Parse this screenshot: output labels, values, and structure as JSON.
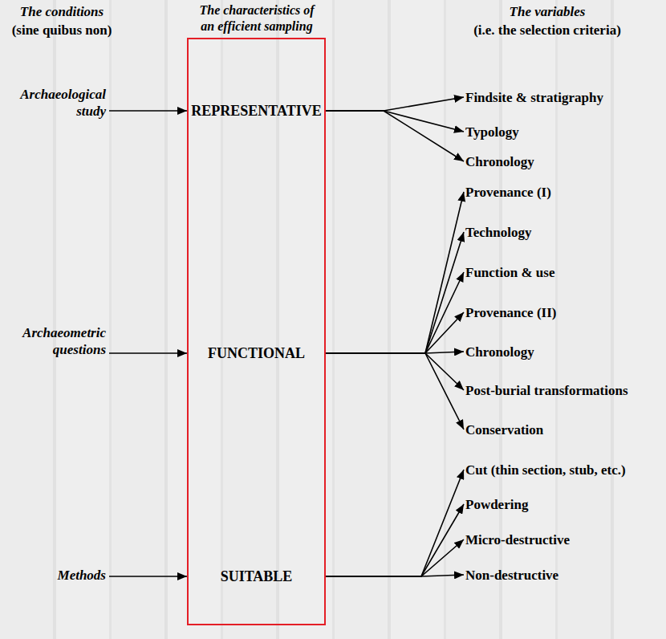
{
  "diagram": {
    "nodes": [
      {
        "text": [
          "The characteristics of an efficient sampling"
        ]
      },
      {
        "text": [
          "REPRESENTATIVE"
        ],
        "in": 0
      },
      {
        "text": [
          "FUNCTIONAL"
        ],
        "in": 0
      },
      {
        "text": [
          "SUITABLE"
        ],
        "in": 0
      },
      {
        "text": [
          "Archaeological study"
        ]
      },
      {
        "text": [
          "Archaeometric questions"
        ]
      },
      {
        "text": [
          "Methods"
        ]
      },
      {
        "text": [
          "Findsite & stratigraphy"
        ]
      },
      {
        "text": [
          "Typology"
        ]
      },
      {
        "text": [
          "Chronology"
        ]
      },
      {
        "text": [
          "Provenance (I)"
        ]
      },
      {
        "text": [
          "Technology"
        ]
      },
      {
        "text": [
          "Function & use"
        ]
      },
      {
        "text": [
          "Provenance (II)"
        ]
      },
      {
        "text": [
          "Chronology"
        ]
      },
      {
        "text": [
          "Post-burial transformations"
        ]
      },
      {
        "text": [
          "Conservation"
        ]
      },
      {
        "text": [
          "Cut (thin section, stub, etc.)"
        ]
      },
      {
        "text": [
          "Powdering"
        ]
      },
      {
        "text": [
          "Micro-destructive"
        ]
      },
      {
        "text": [
          "Non-destructive"
        ]
      }
    ],
    "edges": [
      {
        "from": 4,
        "to": 1,
        "arrow": "to"
      },
      {
        "from": 5,
        "to": 2,
        "arrow": "to"
      },
      {
        "from": 6,
        "to": 3,
        "arrow": "to"
      },
      {
        "from": 1,
        "to": 7,
        "arrow": "to"
      },
      {
        "from": 1,
        "to": 8,
        "arrow": "to"
      },
      {
        "from": 1,
        "to": 9,
        "arrow": "to"
      },
      {
        "from": 2,
        "to": 10,
        "arrow": "to"
      },
      {
        "from": 2,
        "to": 11,
        "arrow": "to"
      },
      {
        "from": 2,
        "to": 12,
        "arrow": "to"
      },
      {
        "from": 2,
        "to": 13,
        "arrow": "to"
      },
      {
        "from": 2,
        "to": 14,
        "arrow": "to"
      },
      {
        "from": 2,
        "to": 15,
        "arrow": "to"
      },
      {
        "from": 2,
        "to": 16,
        "arrow": "to"
      },
      {
        "from": 3,
        "to": 17,
        "arrow": "to"
      },
      {
        "from": 3,
        "to": 18,
        "arrow": "to"
      },
      {
        "from": 3,
        "to": 19,
        "arrow": "to"
      },
      {
        "from": 3,
        "to": 20,
        "arrow": "to"
      }
    ],
    "labels": [
      "The conditions",
      "(sine quibus non)",
      "The variables",
      "(i.e. the selection criteria)"
    ]
  }
}
